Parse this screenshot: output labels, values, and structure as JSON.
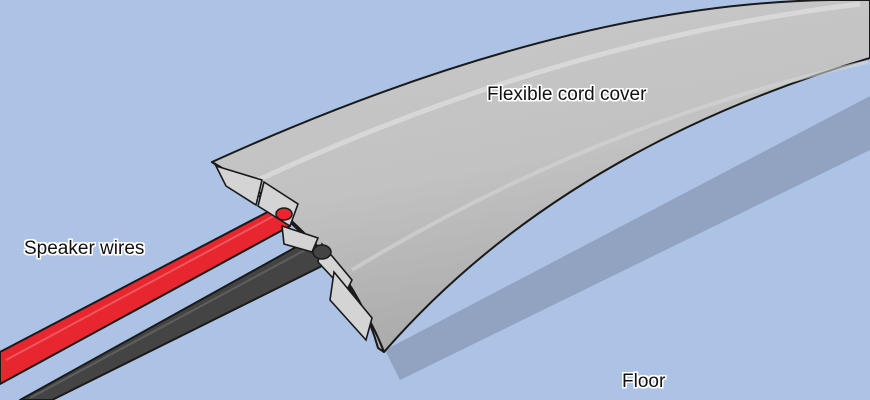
{
  "labels": {
    "cord_cover": "Flexible cord cover",
    "speaker_wires": "Speaker wires",
    "floor": "Floor"
  },
  "colors": {
    "floor": "#adc3e5",
    "cover": "#c4c4c4",
    "wire_red": "#e8262f",
    "wire_black": "#444444",
    "outline": "#1a1a1a"
  }
}
